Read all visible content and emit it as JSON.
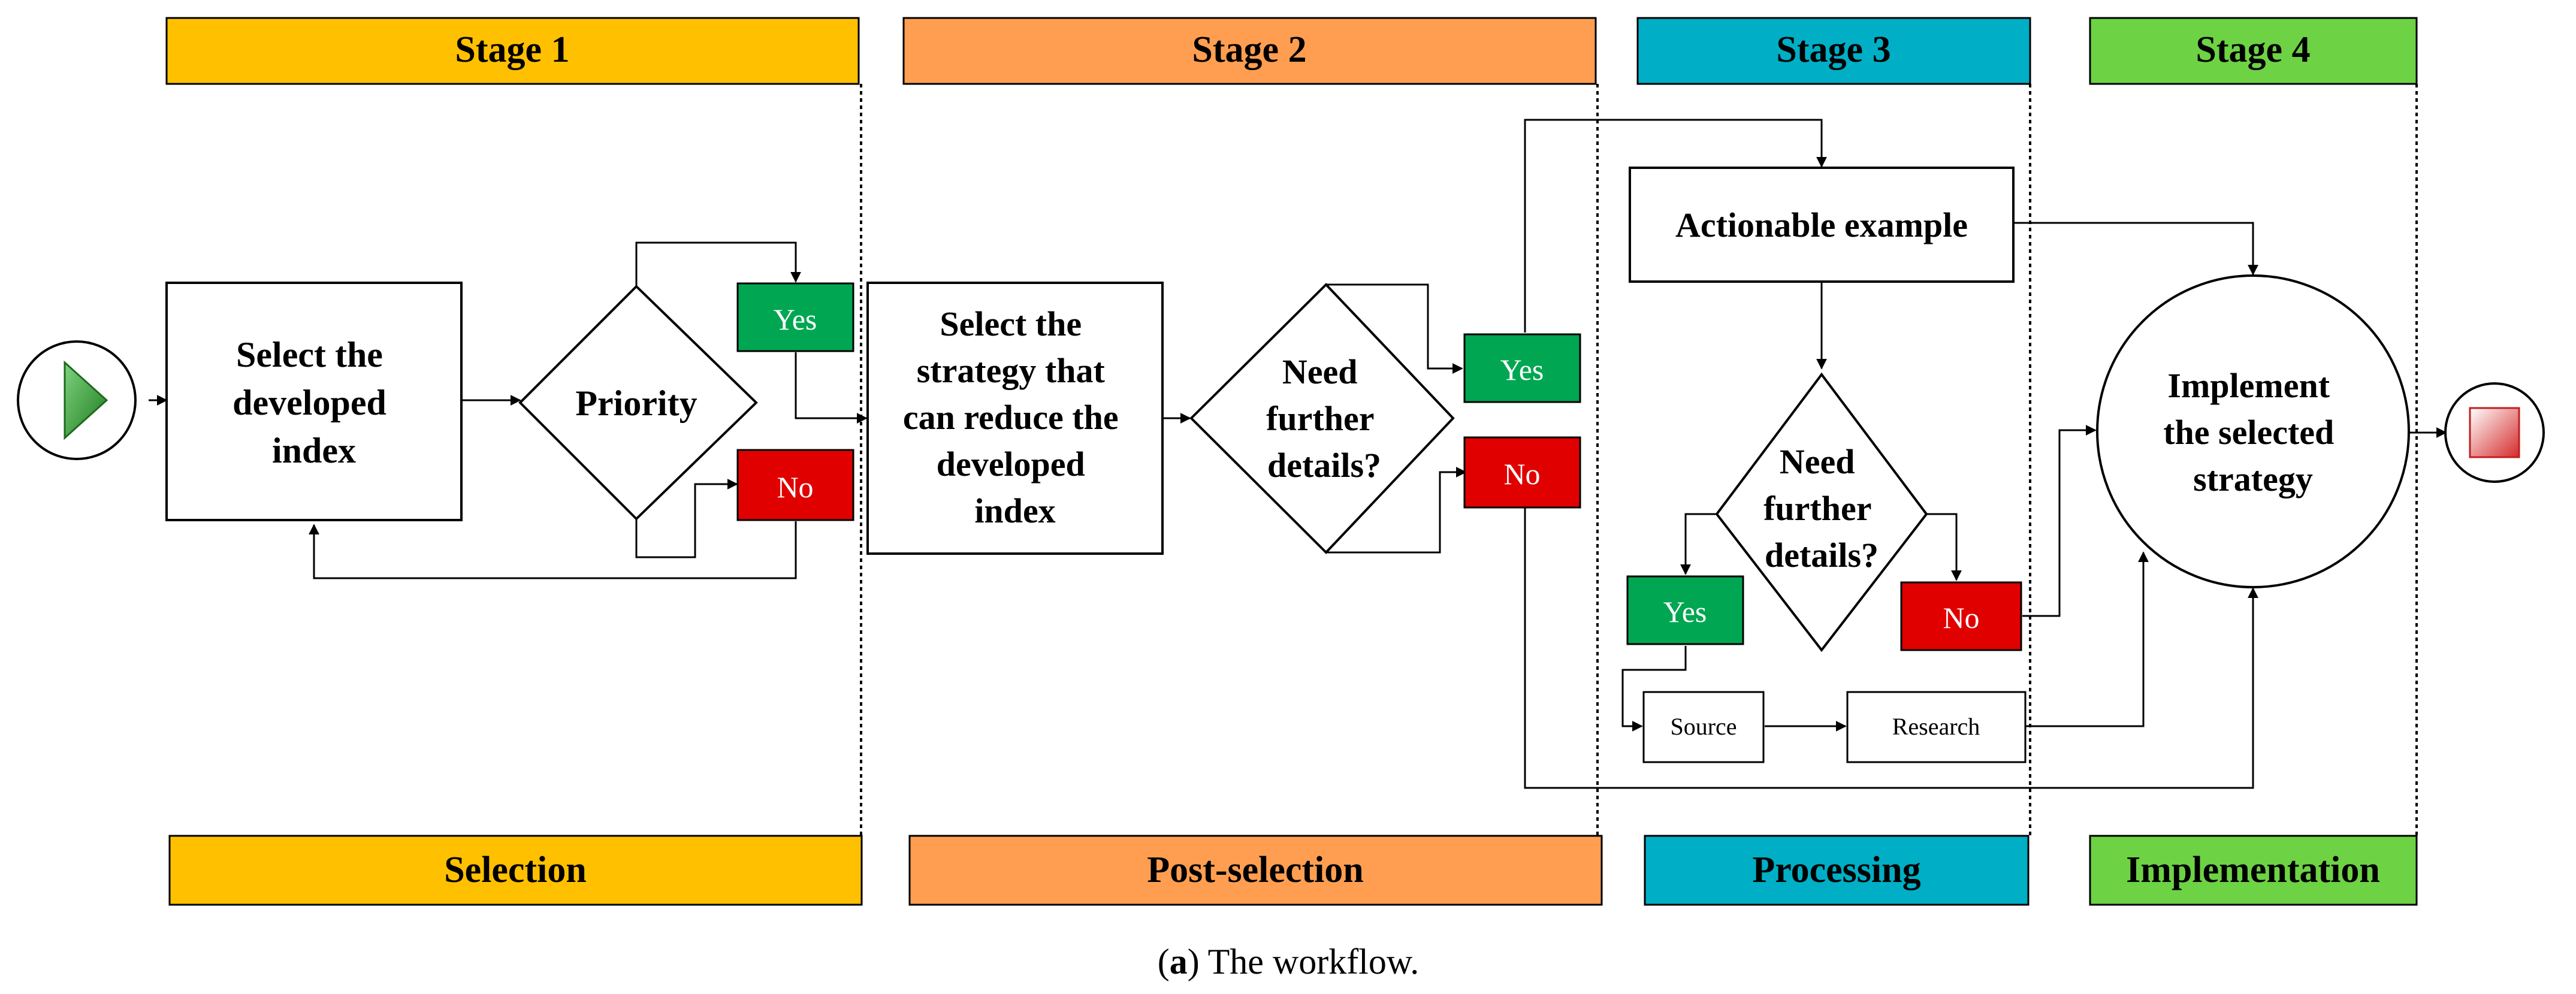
{
  "stages": {
    "s1": "Stage 1",
    "s2": "Stage 2",
    "s3": "Stage 3",
    "s4": "Stage 4"
  },
  "phases": {
    "p1": "Selection",
    "p2": "Post-selection",
    "p3": "Processing",
    "p4": "Implementation"
  },
  "nodes": {
    "select_index": [
      "Select the",
      "developed",
      "index"
    ],
    "priority": "Priority",
    "select_strategy": [
      "Select the",
      "strategy that",
      "can reduce the",
      "developed",
      "index"
    ],
    "need_details_1": [
      "Need",
      "further",
      "details?"
    ],
    "actionable": "Actionable example",
    "need_details_2": [
      "Need",
      "further",
      "details?"
    ],
    "source": "Source",
    "research": "Research",
    "implement": [
      "Implement",
      "the selected",
      "strategy"
    ]
  },
  "decisions": {
    "yes": "Yes",
    "no": "No"
  },
  "caption": {
    "letter": "a",
    "rest": ") The workflow."
  },
  "colors": {
    "stage1": "#FFC000",
    "stage2": "#FF9E51",
    "stage3": "#00AEC5",
    "stage4": "#6DD244",
    "yes": "#00A651",
    "no": "#E00000",
    "start": "#2E9B2E",
    "end": "#D52A2A"
  }
}
